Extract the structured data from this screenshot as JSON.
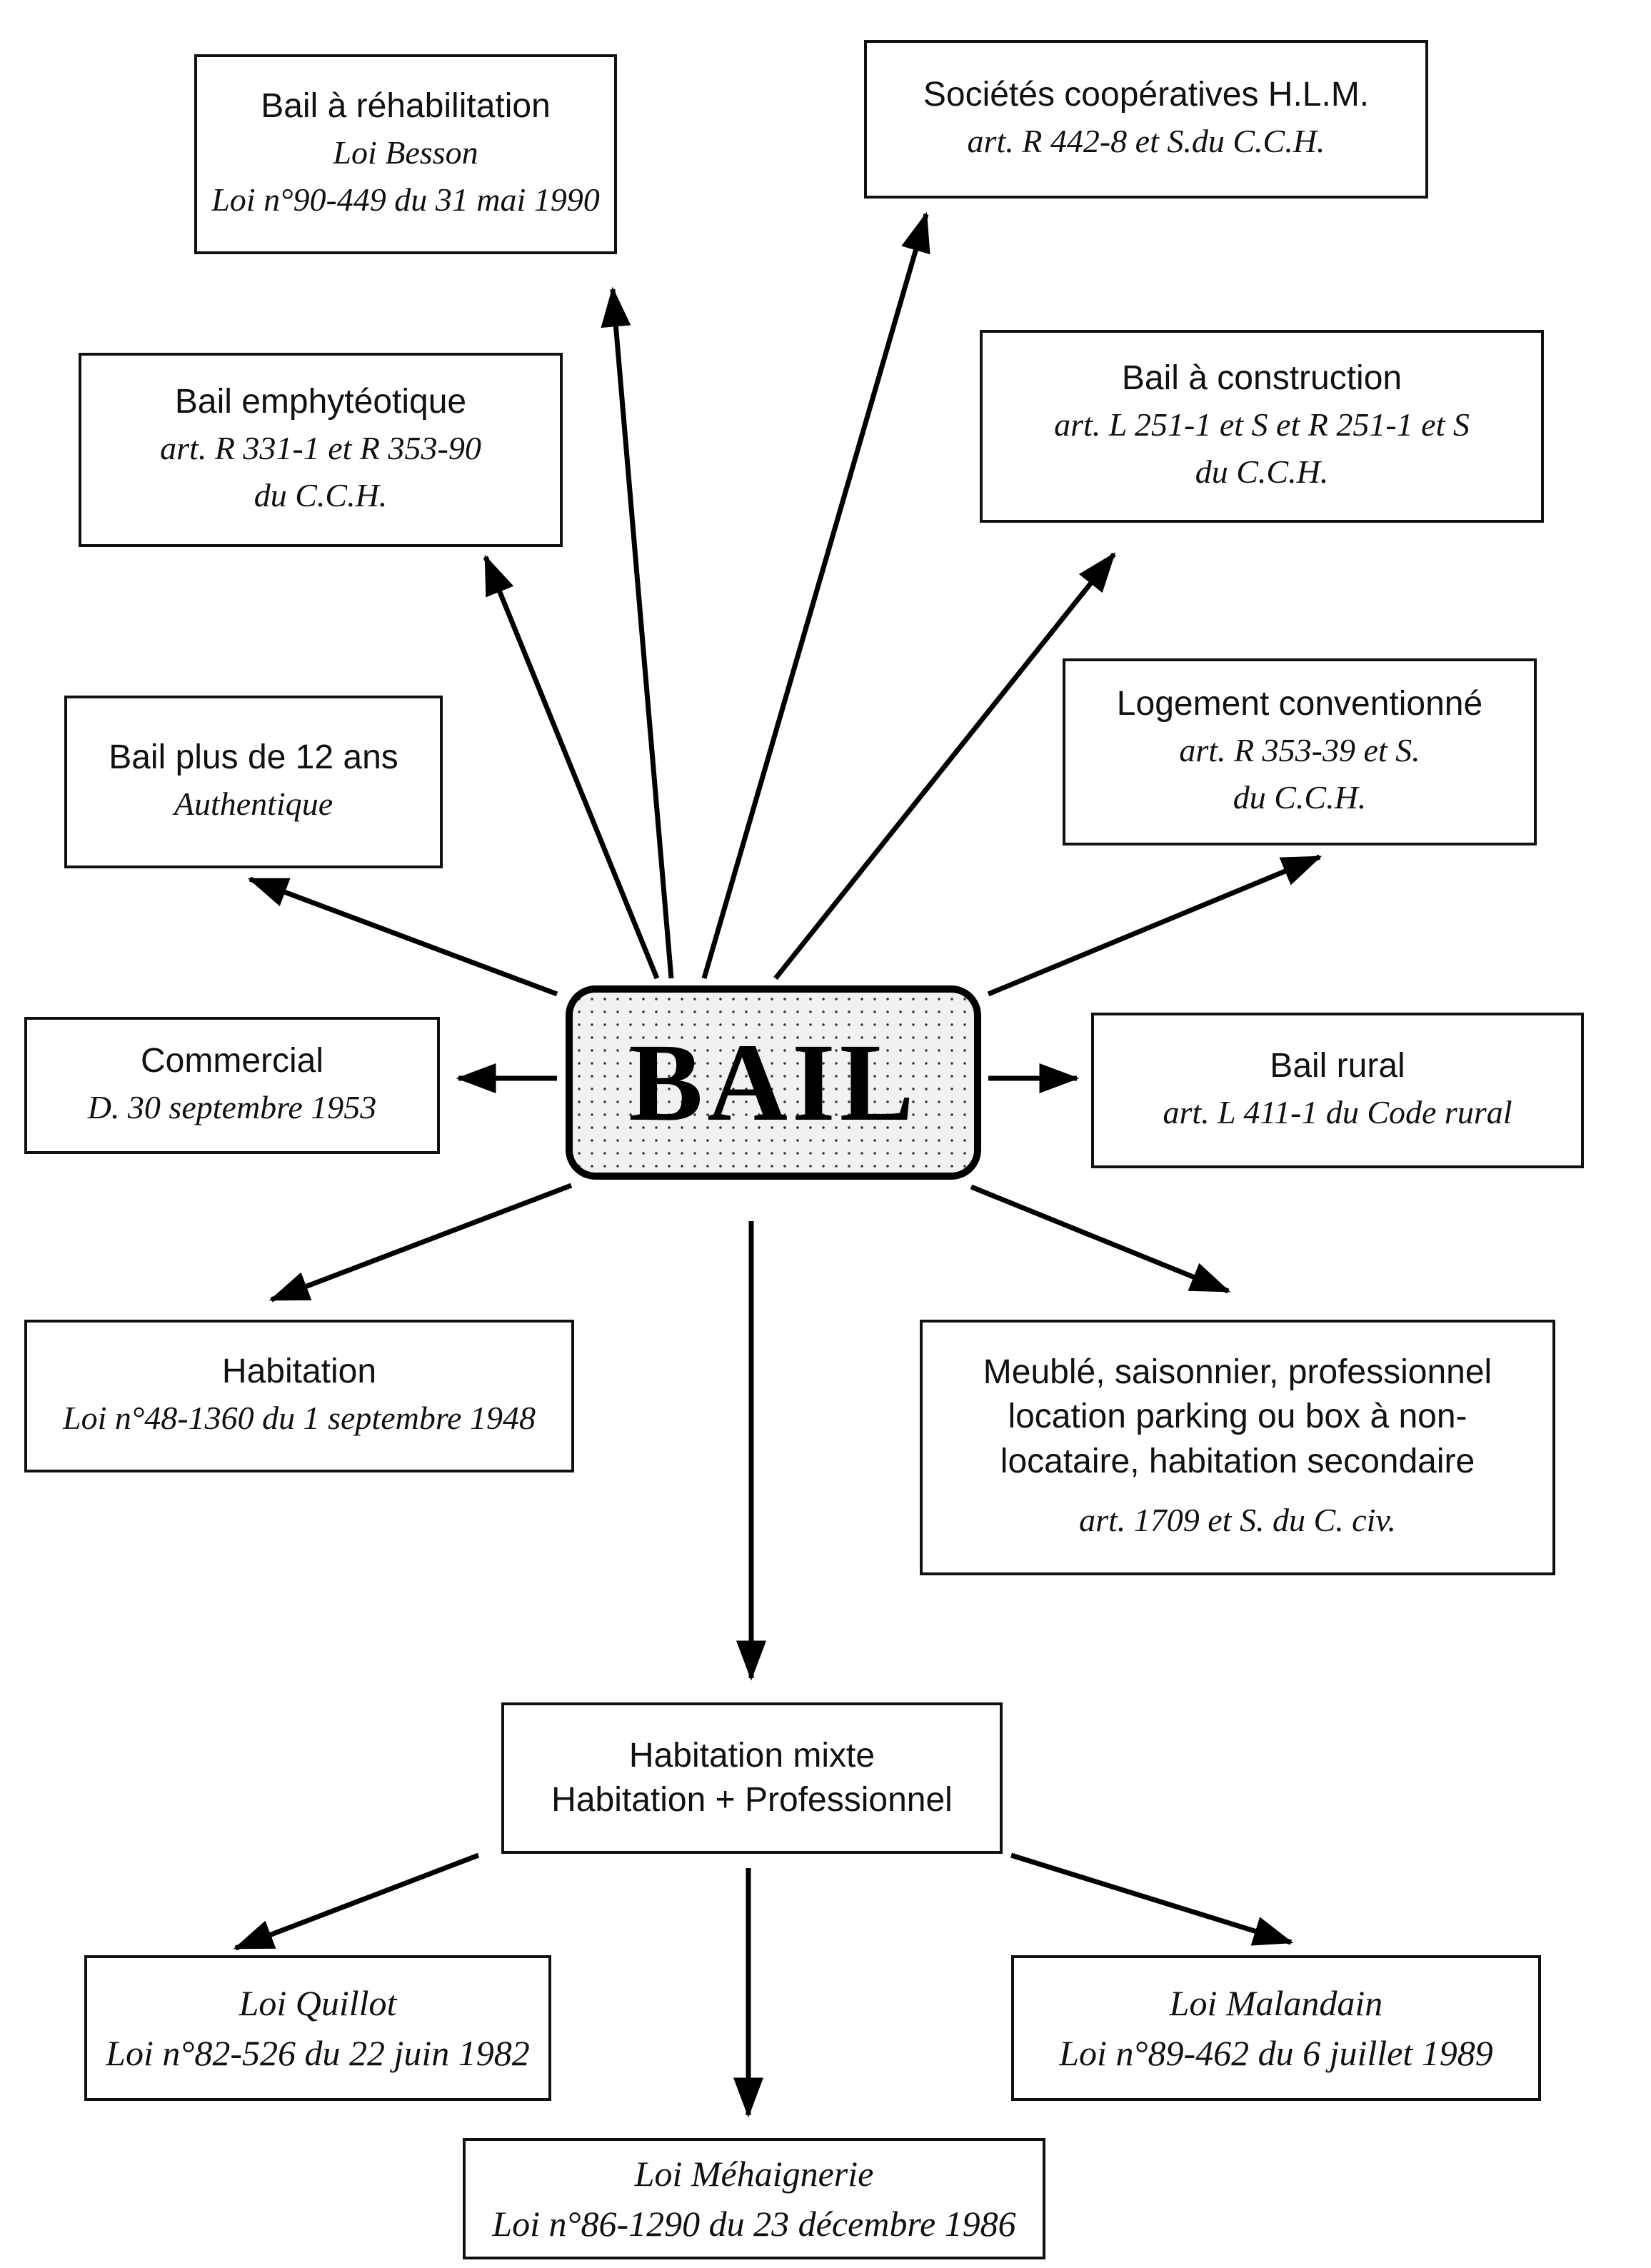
{
  "center": {
    "label": "BAIL"
  },
  "boxes": {
    "rehabilitation": {
      "title": "Bail à réhabilitation",
      "ref1": "Loi Besson",
      "ref2": "Loi n°90-449 du 31 mai 1990"
    },
    "hlm": {
      "title": "Sociétés coopératives H.L.M.",
      "ref1": "art. R 442-8 et S.du C.C.H."
    },
    "emphyteotique": {
      "title": "Bail emphytéotique",
      "ref1": "art. R 331-1 et R 353-90",
      "ref2": "du C.C.H."
    },
    "construction": {
      "title": "Bail à construction",
      "ref1": "art. L 251-1 et S et R 251-1 et S",
      "ref2": "du C.C.H."
    },
    "plus12": {
      "title": "Bail plus de 12 ans",
      "ref1": "Authentique"
    },
    "conventionne": {
      "title": "Logement conventionné",
      "ref1": "art. R 353-39 et S.",
      "ref2": "du C.C.H."
    },
    "commercial": {
      "title": "Commercial",
      "ref1": "D. 30 septembre 1953"
    },
    "rural": {
      "title": "Bail rural",
      "ref1": "art. L 411-1 du Code rural"
    },
    "habitation": {
      "title": "Habitation",
      "ref1": "Loi n°48-1360 du 1 septembre 1948"
    },
    "meuble": {
      "line1": "Meublé, saisonnier, professionnel",
      "line2": "location parking ou box à non-",
      "line3": "locataire, habitation secondaire",
      "ref1": "art. 1709 et S. du C. civ."
    },
    "mixte": {
      "line1": "Habitation mixte",
      "line2": "Habitation + Professionnel"
    },
    "quillot": {
      "ref1": "Loi Quillot",
      "ref2": "Loi n°82-526 du 22 juin 1982"
    },
    "malandain": {
      "ref1": "Loi Malandain",
      "ref2": "Loi n°89-462 du 6 juillet 1989"
    },
    "mehaignerie": {
      "ref1": "Loi Méhaignerie",
      "ref2": "Loi n°86-1290 du 23 décembre 1986"
    }
  }
}
